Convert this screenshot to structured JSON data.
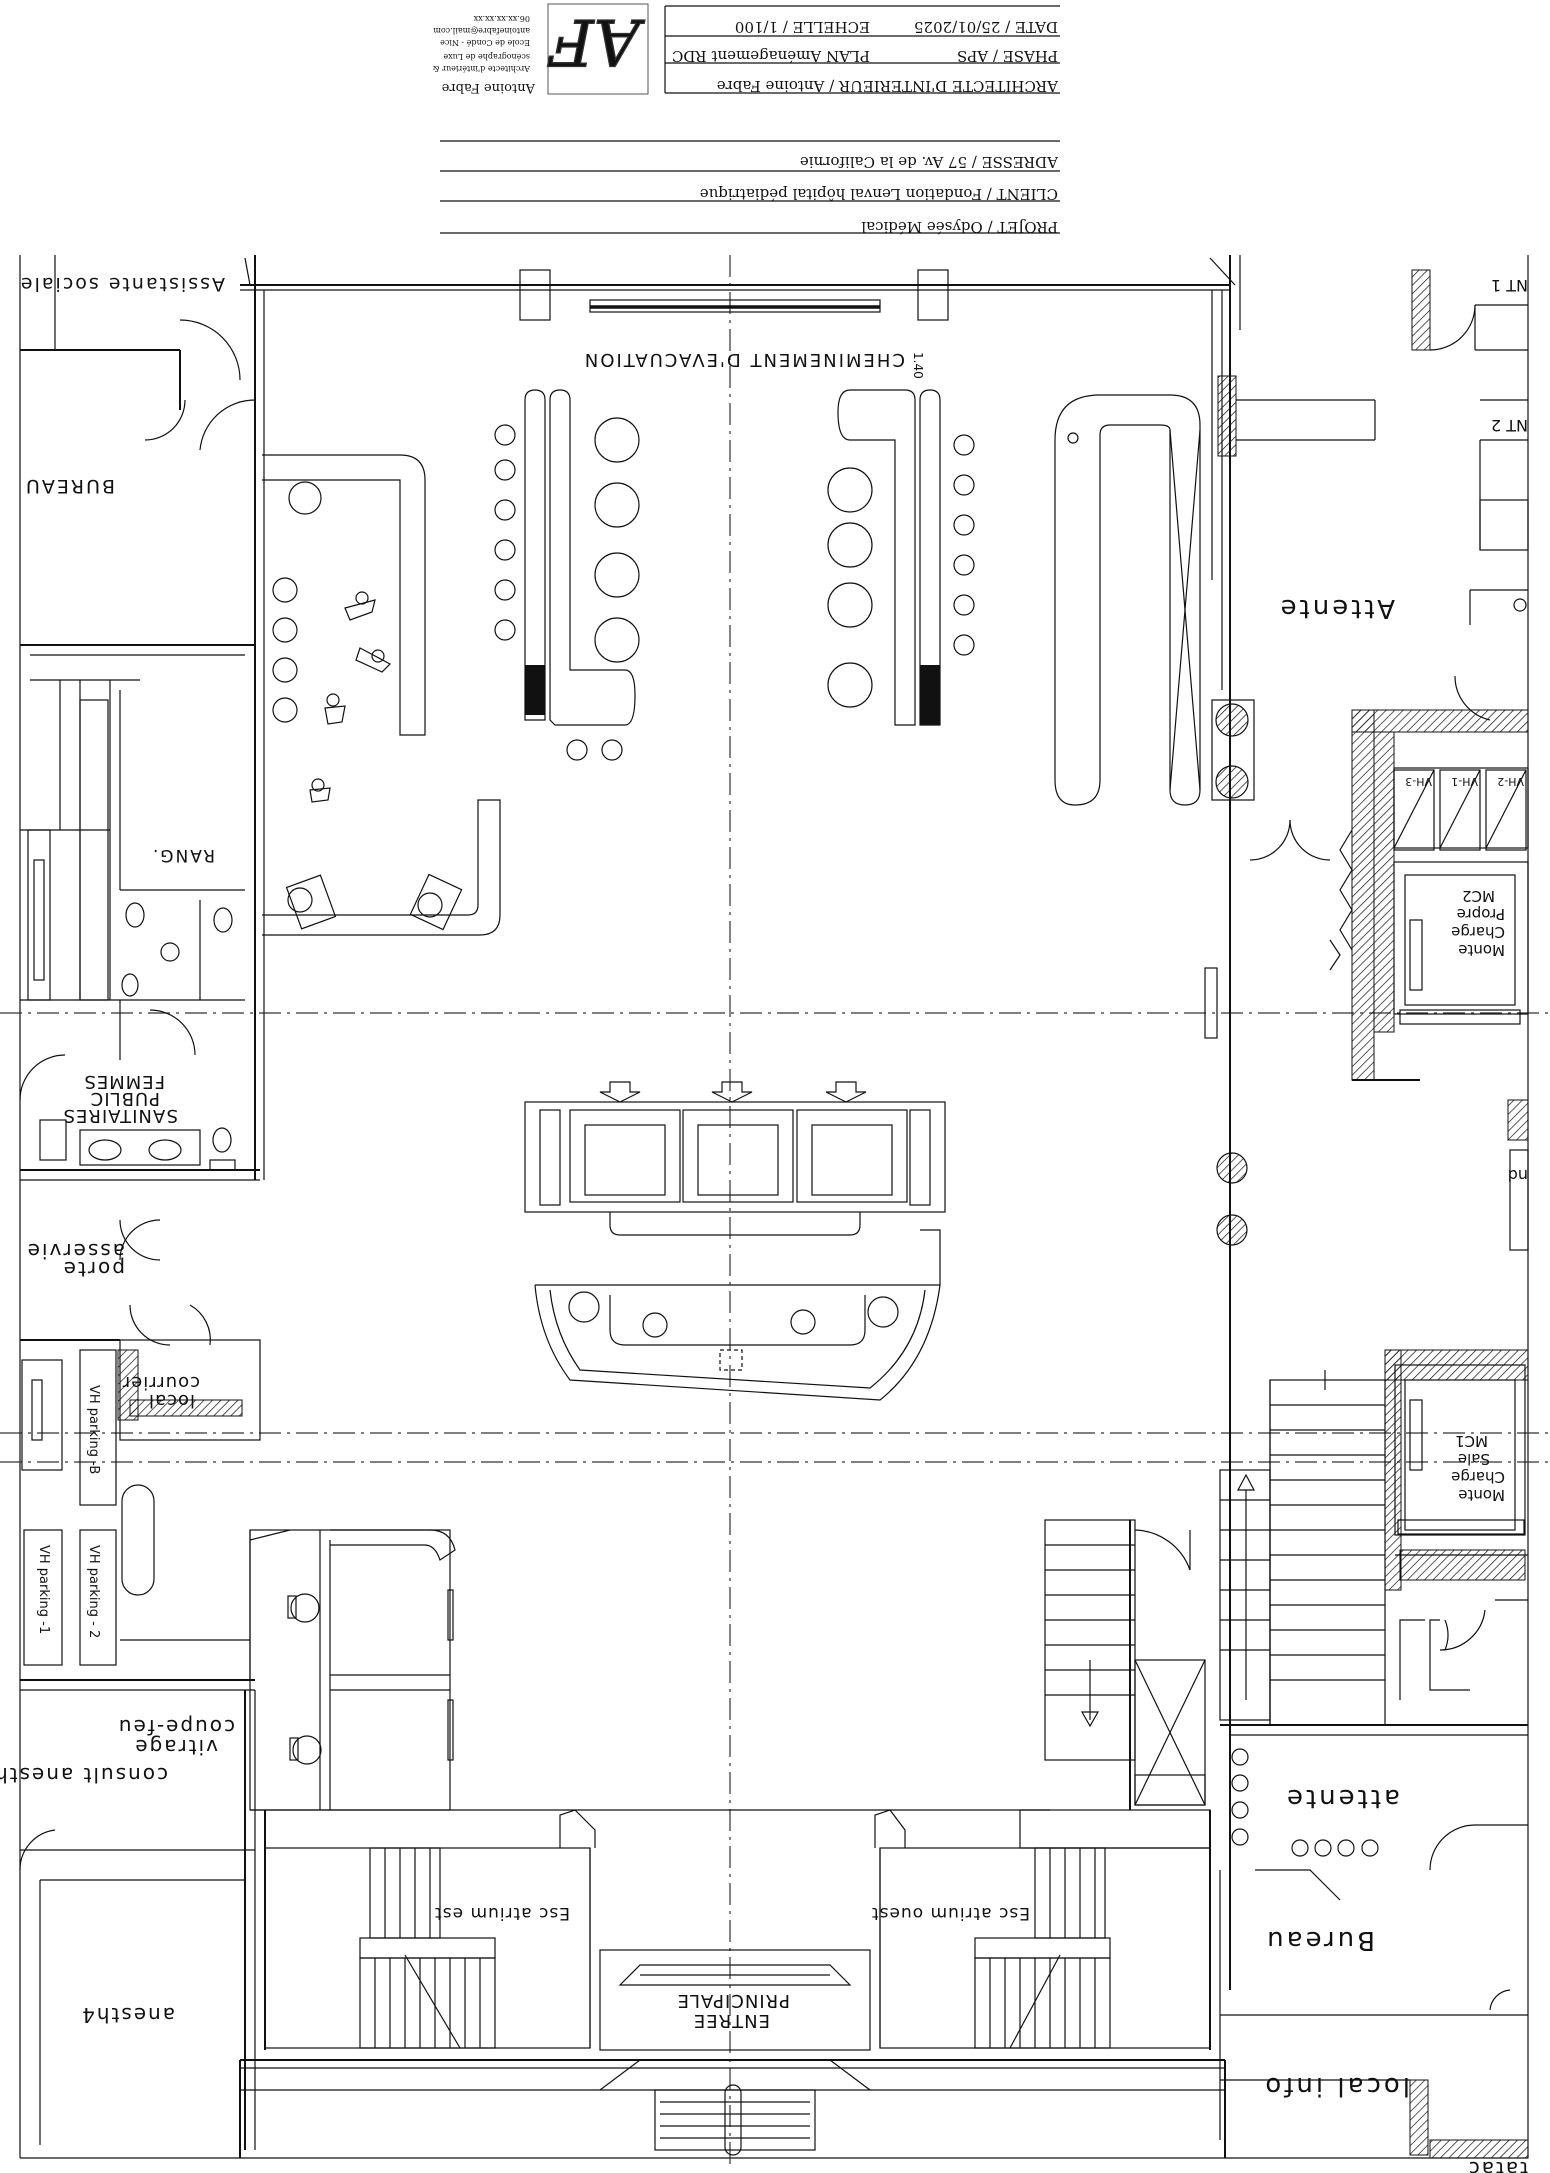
{
  "title_block": {
    "projet": "PROJET / Odysée Médical",
    "client": "CLIENT / Fondation Lenval hôpital pédiatrique",
    "adresse": "ADRESSE / 57 Av. de la Californie",
    "architecte": "ARCHITECTE D'INTERIEUR / Antoine Fabre",
    "plan": "PLAN Aménagement RDC",
    "phase": "PHASE / APS",
    "echelle": "ECHELLE / 1/100",
    "date": "DATE / 25/01/2025",
    "logo_monogram": "AF",
    "stamp_name": "Antoine Fabre",
    "stamp_line1": "Architecte d'intérieur &",
    "stamp_line2": "scénographe de Luxe",
    "stamp_line3": "Ecole de Condé - Nice",
    "stamp_line4": "antoinefabre@mail.com",
    "stamp_line5": "06.xx.xx.xx.xx"
  },
  "rooms": {
    "assistante_sociale": "Assistante sociale",
    "bureau_left": "BUREAU",
    "rang": "RANG.",
    "sanitaires_1": "SANITAIRES",
    "sanitaires_2": "PUBLIC",
    "sanitaires_3": "FEMMES",
    "porte_1": "porte",
    "porte_2": "asservie",
    "local_courrier_1": "local",
    "local_courrier_2": "courrier",
    "vh_parking_b": "VH parking -B",
    "vh_parking_1": "VH parking -1",
    "vh_parking_2": "VH parking - 2",
    "vitrage_1": "vitrage",
    "vitrage_2": "coupe-feu",
    "consult_anesth": "consult anesth",
    "anesth4": "anesth4",
    "esc_est": "Esc atrium est",
    "esc_ouest": "Esc atrium ouest",
    "entree_1": "ENTREE",
    "entree_2": "PRINCIPALE",
    "cheminement": "CHEMINEMENT D'EVACUATION",
    "dim_140": "1.40",
    "attente_right": "Attente",
    "vh3": "VH-3",
    "vh1": "VH-1",
    "vh2": "VH-2",
    "mc2_1": "Monte",
    "mc2_2": "Charge",
    "mc2_3": "Propre",
    "mc2_4": "MC2",
    "mc1_1": "Monte",
    "mc1_2": "Charge",
    "mc1_3": "Sale",
    "mc1_4": "MC1",
    "attente_lower": "attente",
    "bureau_right": "Bureau",
    "local_info": "local info",
    "edge_nt1": "NT 1",
    "edge_nt2": "NT 2",
    "edge_nd": "nd",
    "edge_bottom": "tatac"
  },
  "colors": {
    "line": "#111111",
    "background": "#ffffff",
    "hatch": "#111111"
  }
}
